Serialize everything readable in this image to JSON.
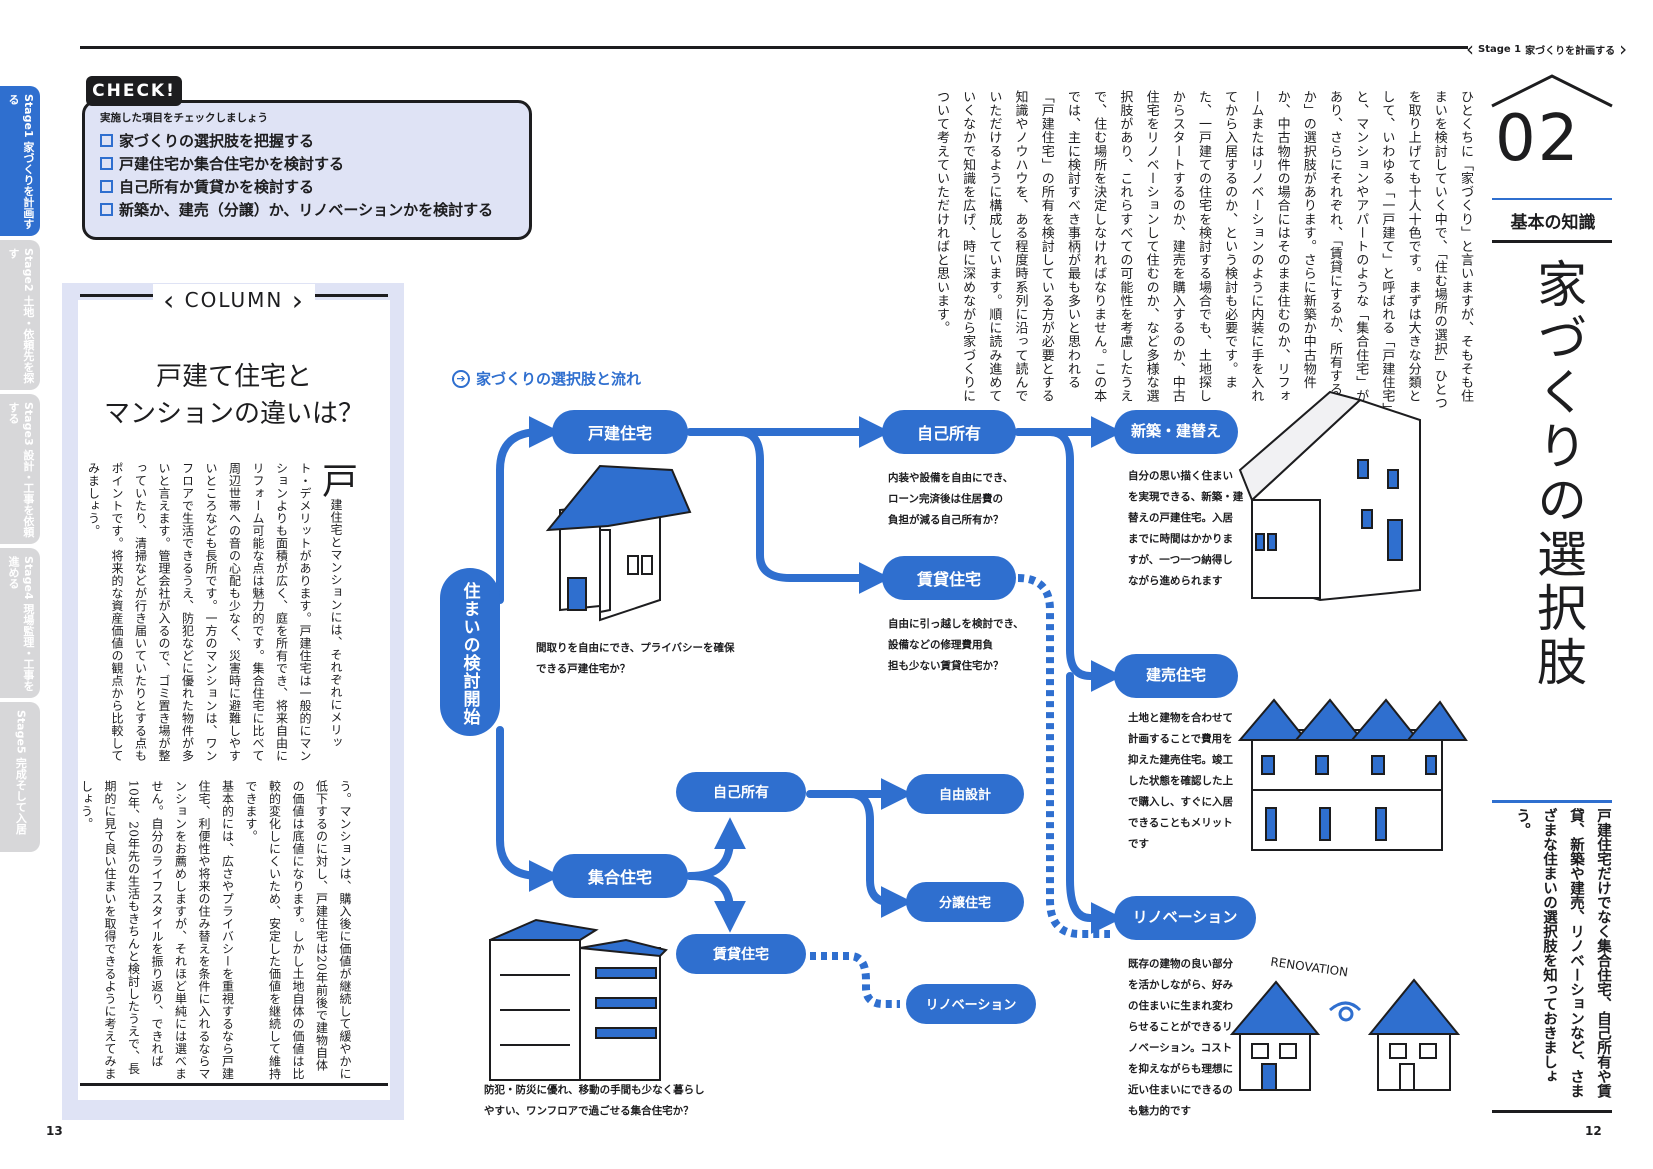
{
  "header": {
    "stage": "Stage 1",
    "stage_title": "家づくりを計画する"
  },
  "stage_tabs": [
    {
      "label": "Stage1 家づくりを計画する"
    },
    {
      "label": "Stage2 土地・依頼先を探す"
    },
    {
      "label": "Stage3 設計・工事を依頼する"
    },
    {
      "label": "Stage4 現場監理・工事を進める"
    },
    {
      "label": "Stage5 完成そして入居"
    }
  ],
  "check": {
    "badge": "CHECK!",
    "intro": "実施した項目をチェックしましょう",
    "items": [
      "家づくりの選択肢を把握する",
      "戸建住宅か集合住宅かを検討する",
      "自己所有か賃貸かを検討する",
      "新築か、建売（分譲）か、リノベーションかを検討する"
    ]
  },
  "column": {
    "label": "COLUMN",
    "title_line1": "戸建て住宅と",
    "title_line2": "マンションの違いは？",
    "dropcap": "戸",
    "para1": "建住宅とマンションには、それぞれにメリット・デメリットがあります。戸建住宅は一般的にマンションよりも面積が広く、庭を所有でき、将来自由にリフォーム可能な点は魅力的です。集合住宅に比べて周辺世帯への音の心配も少なく、災害時に避難しやすいところなども長所です。一方のマンションは、ワンフロアで生活できるうえ、防犯などに優れた物件が多いと言えます。管理会社が入るので、ゴミ置き場が整っていたり、清掃などが行き届いていたりとする点もポイントです。将来的な資産価値の観点から比較してみましょう。",
    "para2": "う。マンションは、購入後に価値が継続して緩やかに低下するのに対し、戸建住宅は20年前後で建物自体の価値は底値になります。しかし土地自体の価値は比較的変化しにくいため、安定した価値を継続して維持できます。",
    "para3": "基本的には、広さやプライバシーを重視するなら戸建住宅、利便性や将来の住み替えを条件に入れるならマンションをお薦めしますが、それほど単純には選べません。自分のライフスタイルを振り返り、できれば10年、20年先の生活もきちんと検討したうえで、長期的に見て良い住まいを取得できるように考えてみましょう。"
  },
  "section": {
    "number": "02",
    "caption": "基本の知識",
    "title": "家づくりの選択肢",
    "intro": "ひとくちに「家づくり」と言いますが、そもそも住まいを検討していく中で、「住む場所の選択」ひとつを取り上げても十人十色です。まずは大きな分類として、いわゆる「一戸建て」と呼ばれる「戸建住宅」と、マンションやアパートのような「集合住宅」があり、さらにそれぞれ、「賃貸にするか、所有するか」の選択肢があります。さらに新築か中古物件か、中古物件の場合にはそのまま住むのか、リフォームまたはリノベーションのように内装に手を入れてから入居するのか、という検討も必要です。また、一戸建ての住宅を検討する場合でも、土地探しからスタートするのか、建売を購入するのか、中古住宅をリノベーションして住むのか、など多様な選択肢があり、これらすべての可能性を考慮したうえで、住む場所を決定しなければなりません。この本では、主に検討すべき事柄が最も多いと思われる「戸建住宅」の所有を検討している方が必要とする知識やノウハウを、ある程度時系列に沿って読んでいただけるように構成しています。順に読み進めていくなかで知識を広げ、時に深めながら家づくりについて考えていただければと思います。",
    "lead": "戸建住宅だけでなく集合住宅、自己所有や賃貸、新築や建売、リノベーションなど、さまざまな住まいの選択肢を知っておきましょう。"
  },
  "diagram": {
    "title": "家づくりの選択肢と流れ",
    "start": "住まいの検討開始",
    "node_detached": "戸建住宅",
    "node_collective": "集合住宅",
    "node_own": "自己所有",
    "node_rent": "賃貸住宅",
    "node_new": "新築・建替え",
    "node_ready": "建売住宅",
    "node_reno": "リノベーション",
    "node_c_own": "自己所有",
    "node_c_rent": "賃貸住宅",
    "node_free": "自由設計",
    "node_condo": "分譲住宅",
    "node_c_reno": "リノベーション",
    "renovation_word": "RENOVATION",
    "desc_detached": "間取りを自由にでき、プライバシーを確保できる戸建住宅か？",
    "desc_own_1": "内装や設備を自由にでき、",
    "desc_own_2": "ローン完済後は住居費の",
    "desc_own_3": "負担が減る自己所有か？",
    "desc_rent_1": "自由に引っ越しを検討でき、設備などの修理費用負",
    "desc_rent_2": "担も少ない賃貸住宅か？",
    "desc_new": [
      "自分の思い描く住まい",
      "を実現できる、新築・建",
      "替えの戸建住宅。入居",
      "までに時間はかかりま",
      "すが、一つ一つ納得し",
      "ながら進められます"
    ],
    "desc_ready": [
      "土地と建物を合わせて",
      "計画することで費用を",
      "抑えた建売住宅。竣工",
      "した状態を確認した上",
      "で購入し、すぐに入居",
      "できることもメリット",
      "です"
    ],
    "desc_reno": [
      "既存の建物の良い部分",
      "を活かしながら、好み",
      "の住まいに生まれ変わ",
      "らせることができるリ",
      "ノベーション。コスト",
      "を抑えながらも理想に",
      "近い住まいにできるの",
      "も魅力的です"
    ],
    "desc_collective_1": "防犯・防災に優れ、移動の手間も少なく暮らし",
    "desc_collective_2": "やすい、ワンフロアで過ごせる集合住宅か？"
  },
  "pages": {
    "left": "13",
    "right": "12"
  },
  "colors": {
    "accent": "#2f6fcf",
    "panel": "#dfe3f5",
    "ink": "#1d1d1f"
  }
}
